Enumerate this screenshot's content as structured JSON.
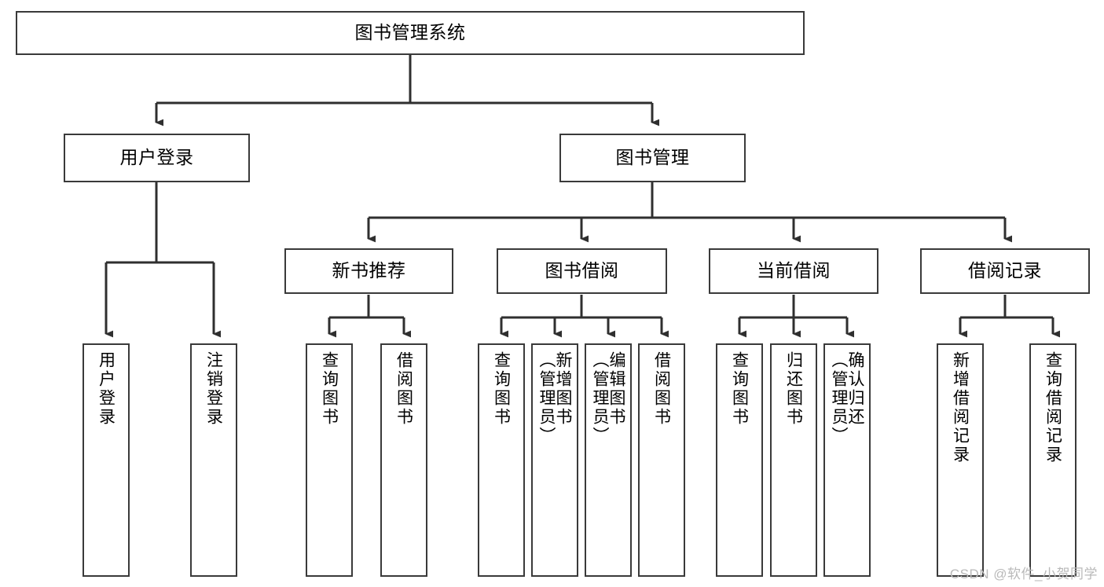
{
  "diagram": {
    "title": "图书管理系统",
    "watermark": "CSDN @软件_小贺同学",
    "colors": {
      "box_border": "#3a3a3a",
      "box_fill": "#ffffff",
      "connector": "#2f2f2f",
      "text": "#000000",
      "watermark": "#b9b9b9",
      "background": "#ffffff"
    },
    "levels": {
      "root": {
        "label": "图书管理系统"
      },
      "level2": [
        {
          "label": "用户登录"
        },
        {
          "label": "图书管理"
        }
      ],
      "level3": [
        {
          "label": "新书推荐"
        },
        {
          "label": "图书借阅"
        },
        {
          "label": "当前借阅"
        },
        {
          "label": "借阅记录"
        }
      ],
      "leaves": {
        "user_login": [
          {
            "label": "用户登录"
          },
          {
            "label": "注销登录"
          }
        ],
        "new_book": [
          {
            "label": "查询图书"
          },
          {
            "label": "借阅图书"
          }
        ],
        "book_borrow": [
          {
            "label": "查询图书"
          },
          {
            "label": "新增图书\n（管理员）"
          },
          {
            "label": "编辑图书\n（管理员）"
          },
          {
            "label": "借阅图书"
          }
        ],
        "current_borrow": [
          {
            "label": "查询图书"
          },
          {
            "label": "归还图书"
          },
          {
            "label": "确认归还\n（管理员）"
          }
        ],
        "borrow_record": [
          {
            "label": "新增借阅记录"
          },
          {
            "label": "查询借阅记录"
          }
        ]
      }
    }
  }
}
